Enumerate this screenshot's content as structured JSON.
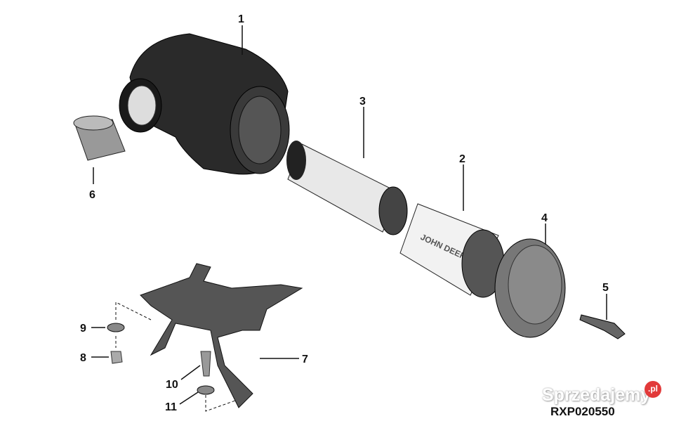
{
  "diagram": {
    "callouts": [
      "1",
      "2",
      "3",
      "4",
      "5",
      "6",
      "7",
      "8",
      "9",
      "10",
      "11"
    ],
    "drawing_code": "RXP020550",
    "filter_print": "JOHN DEERE"
  },
  "watermark": {
    "text": "Sprzedajemy",
    "badge": ".pl",
    "badge_color": "#e23a3a"
  }
}
